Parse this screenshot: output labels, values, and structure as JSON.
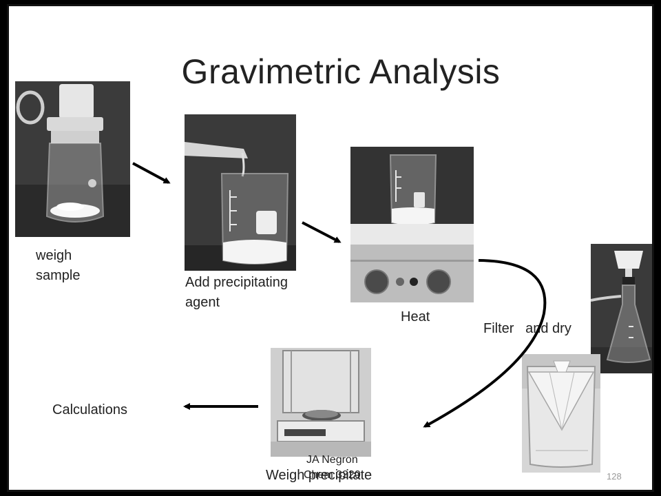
{
  "title": "Gravimetric Analysis",
  "steps": {
    "weigh_sample": "weigh\nsample",
    "add_agent": "Add precipitating\nagent",
    "heat": "Heat",
    "filter_dry": "Filter   and dry",
    "weigh_precipitate": "Weigh precipitate",
    "calculations": "Calculations"
  },
  "author": {
    "line1": "JA Negron",
    "line2": "Chem 3320"
  },
  "page_number": "128"
}
